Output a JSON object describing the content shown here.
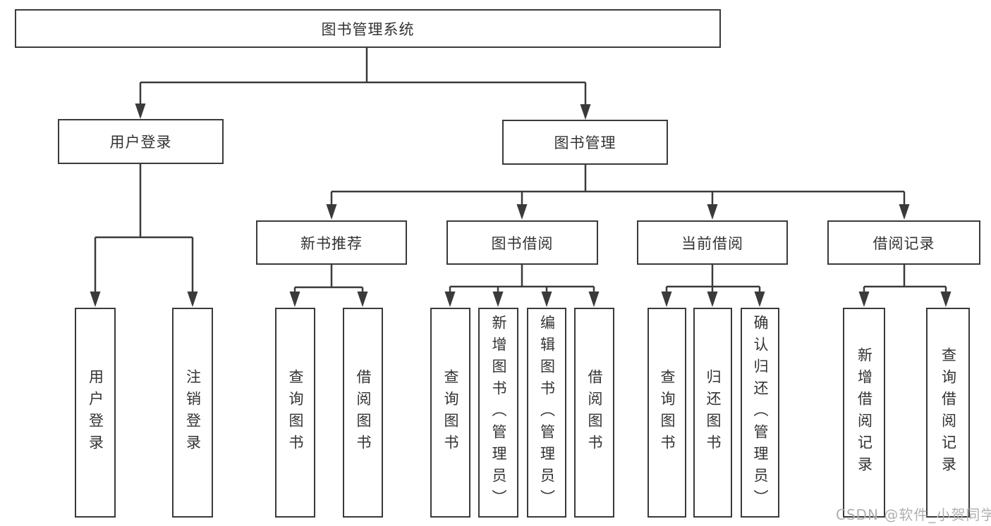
{
  "diagram": {
    "title": "图书管理系统",
    "nodes": {
      "root": "图书管理系统",
      "user_login_group": "用户登录",
      "book_mgmt": "图书管理",
      "new_book_rec": "新书推荐",
      "book_borrow": "图书借阅",
      "current_borrow": "当前借阅",
      "borrow_records": "借阅记录",
      "user_login": "用户登录",
      "logout": "注销登录",
      "nbr_query": "查询图书",
      "nbr_borrow": "借阅图书",
      "bb_query": "查询图书",
      "bb_add": "新增图书（管理员）",
      "bb_edit": "编辑图书（管理员）",
      "bb_borrow": "借阅图书",
      "cb_query": "查询图书",
      "cb_return": "归还图书",
      "cb_confirm": "确认归还（管理员）",
      "br_add": "新增借阅记录",
      "br_query": "查询借阅记录"
    },
    "tree": {
      "root": [
        "user_login_group",
        "book_mgmt"
      ],
      "user_login_group": [
        "user_login",
        "logout"
      ],
      "book_mgmt": [
        "new_book_rec",
        "book_borrow",
        "current_borrow",
        "borrow_records"
      ],
      "new_book_rec": [
        "nbr_query",
        "nbr_borrow"
      ],
      "book_borrow": [
        "bb_query",
        "bb_add",
        "bb_edit",
        "bb_borrow"
      ],
      "current_borrow": [
        "cb_query",
        "cb_return",
        "cb_confirm"
      ],
      "borrow_records": [
        "br_add",
        "br_query"
      ]
    },
    "colors": {
      "line": "#3a3a3a",
      "box_border": "#3a3a3a",
      "box_fill": "#ffffff",
      "text": "#333333",
      "watermark": "#b3aeae"
    }
  },
  "watermark": "CSDN @软件_小贺同学"
}
